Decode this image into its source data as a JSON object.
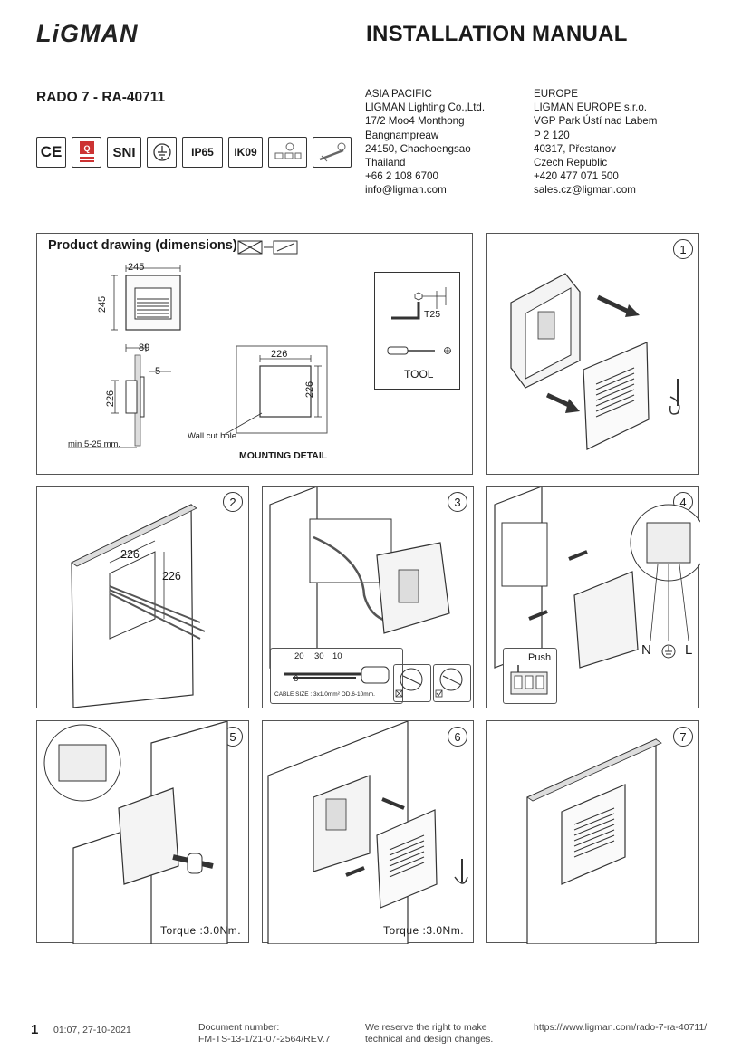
{
  "header": {
    "logo": "LiGMAN",
    "title": "INSTALLATION MANUAL",
    "model": "RADO 7 - RA-40711"
  },
  "asia": {
    "lines": [
      "ASIA PACIFIC",
      "LIGMAN Lighting Co.,Ltd.",
      "17/2 Moo4 Monthong",
      "Bangnampreaw",
      "24150, Chachoengsao",
      "Thailand",
      "+66 2 108 6700",
      "info@ligman.com"
    ]
  },
  "europe": {
    "lines": [
      "EUROPE",
      "LIGMAN EUROPE s.r.o.",
      "VGP Park Ústí nad Labem",
      "P 2 120",
      "40317, Přestanov",
      "Czech Republic",
      "+420 477 071 500",
      "sales.cz@ligman.com"
    ]
  },
  "certs": {
    "ce": "CE",
    "sni": "SNI",
    "ip": "IP65",
    "ik": "IK09"
  },
  "product_drawing": {
    "title": "Product drawing (dimensions)",
    "front_width": "245",
    "front_height": "245",
    "side_depth": "89",
    "side_flange": "5",
    "side_height": "226",
    "wall_note": "min 5-25 mm.",
    "cut_width": "226",
    "cut_height": "226",
    "cut_label": "Wall cut hole",
    "mounting_detail": "MOUNTING DETAIL",
    "tool_t25": "T25",
    "tool_label": "TOOL"
  },
  "steps": {
    "s1": "1",
    "s2": "2",
    "s3": "3",
    "s4": "4",
    "s5": "5",
    "s6": "6",
    "s7": "7"
  },
  "step2": {
    "w": "226",
    "h": "226"
  },
  "step3": {
    "strip1": "20",
    "strip2": "30",
    "strip3": "10",
    "strip4": "6",
    "cable": "CABLE SIZE : 3x1.0mm²   OD.6-10mm."
  },
  "step4": {
    "push": "Push",
    "n": "N",
    "l": "L"
  },
  "step5": {
    "torque": "Torque :3.0Nm."
  },
  "step6": {
    "torque": "Torque :3.0Nm."
  },
  "footer": {
    "page": "1",
    "date": "01:07, 27-10-2021",
    "doc_label": "Document number:",
    "doc_number": "FM-TS-13-1/21-07-2564/REV.7",
    "reserve1": "We reserve the right to make",
    "reserve2": "technical and design changes.",
    "url": "https://www.ligman.com/rado-7-ra-40711/"
  }
}
